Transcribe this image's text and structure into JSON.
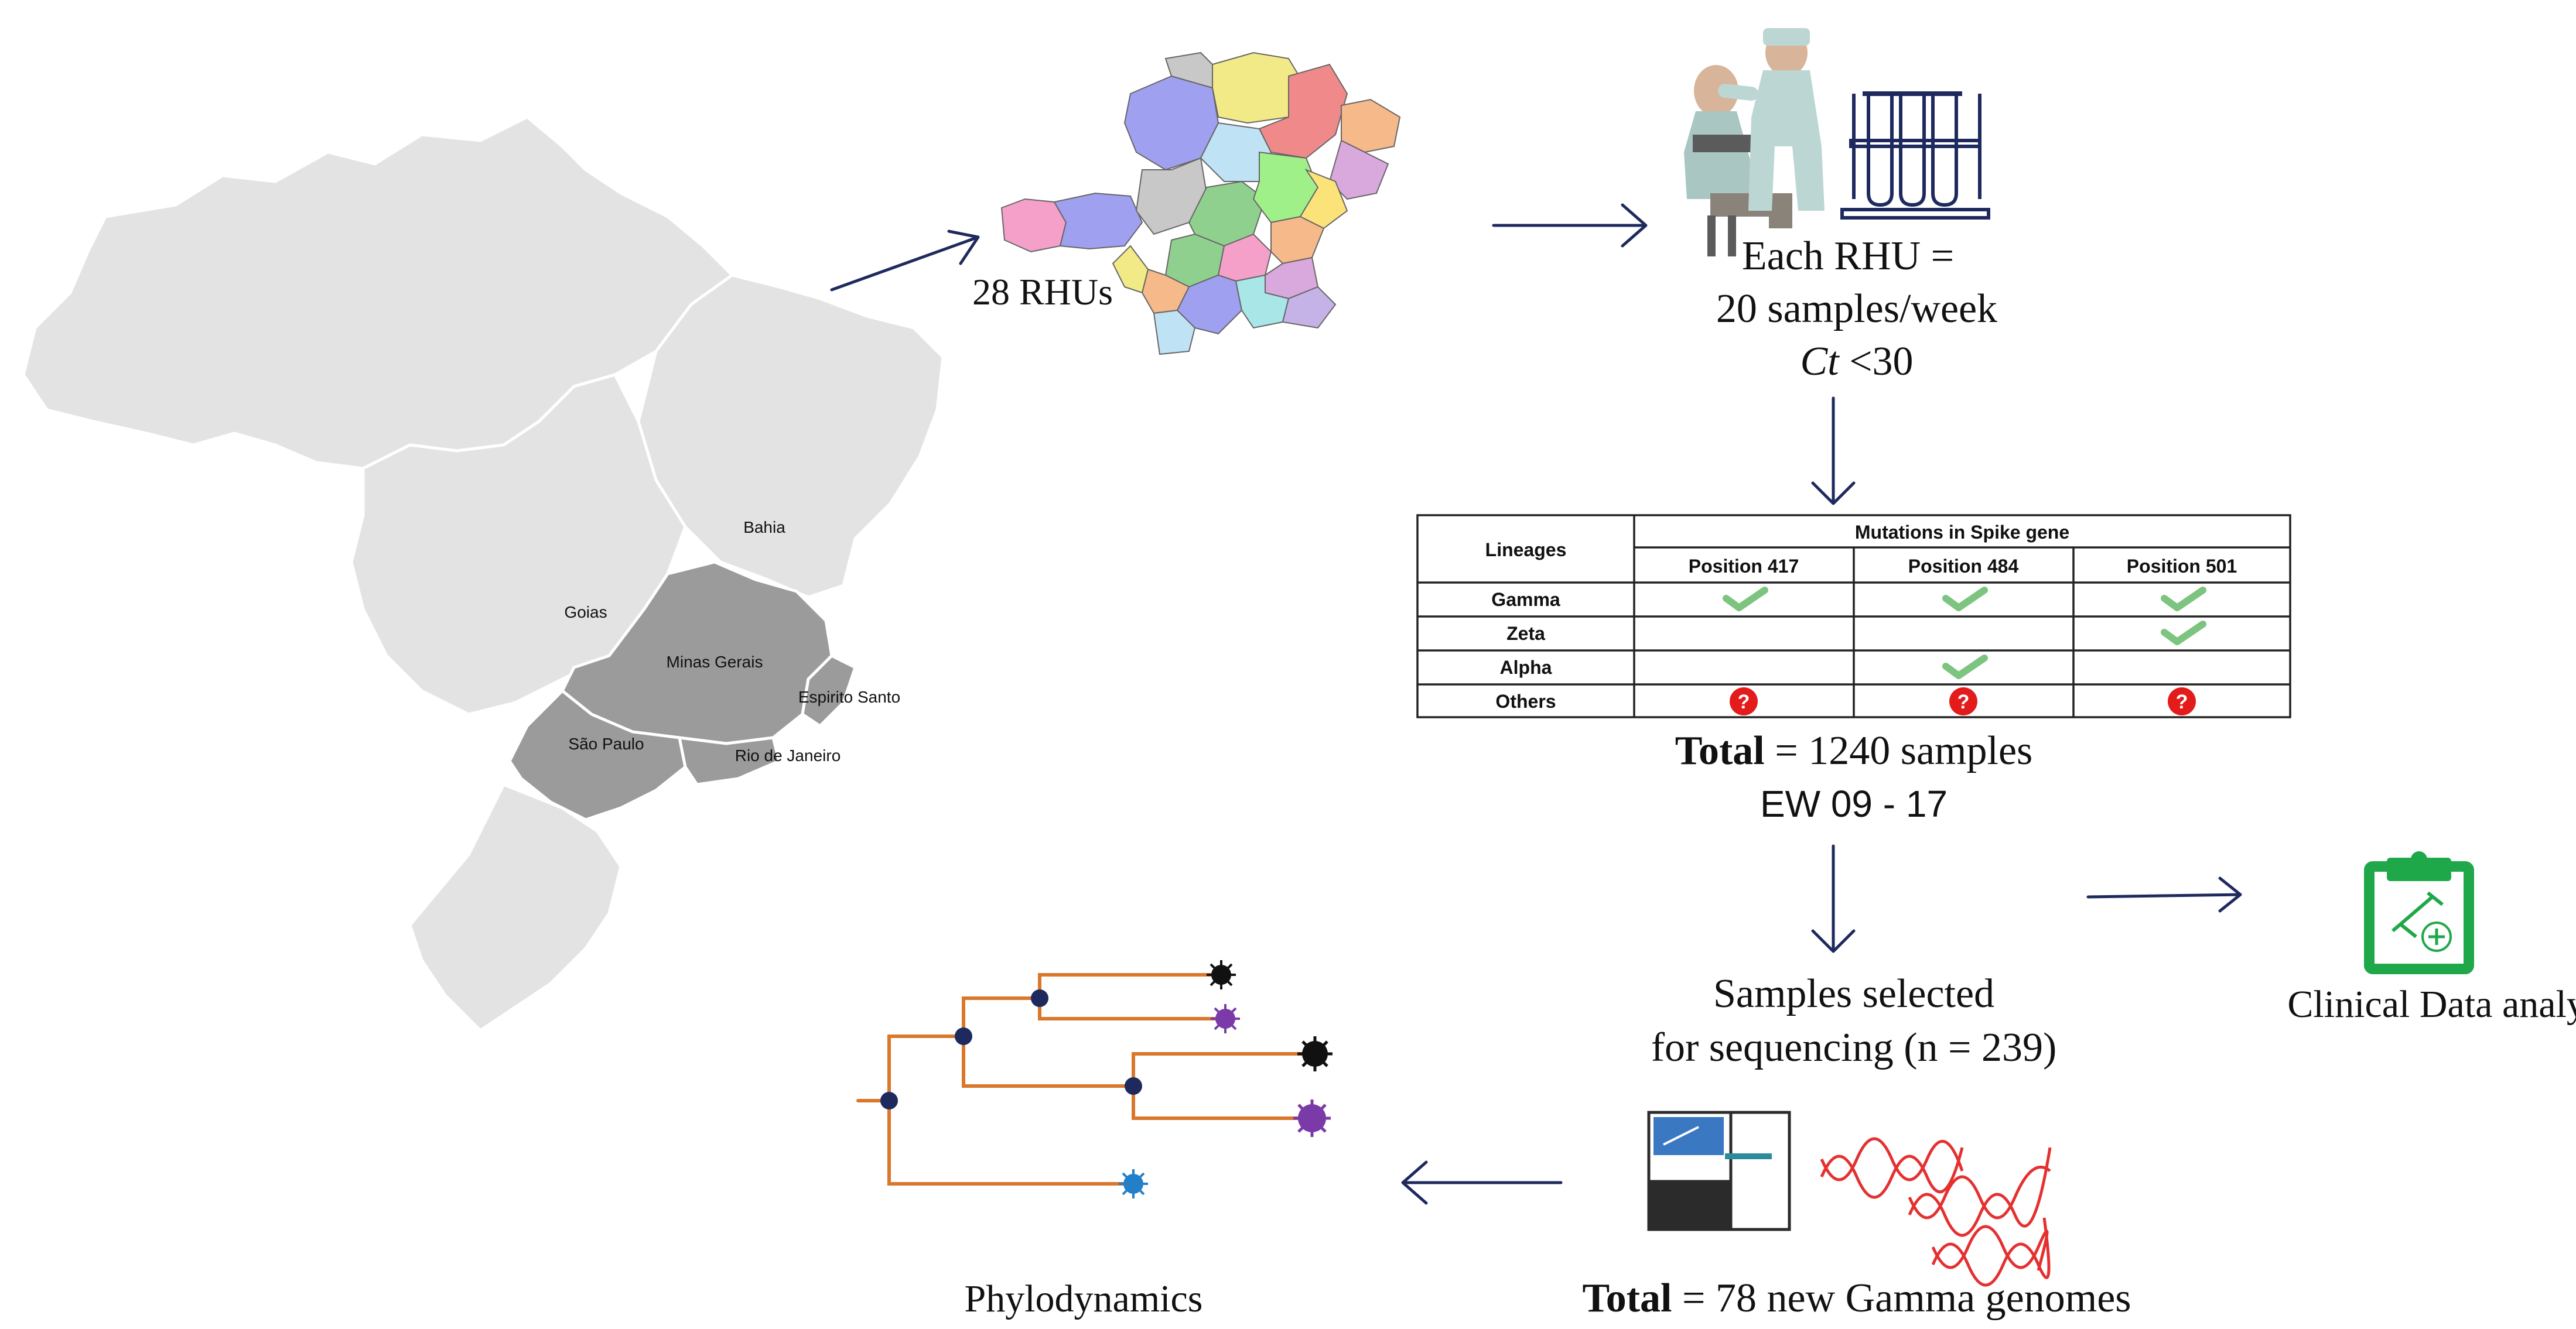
{
  "map_labels": {
    "bahia": "Bahia",
    "goias": "Goias",
    "minas_gerais": "Minas Gerais",
    "espirito_santo": "Espirito Santo",
    "sao_paulo": "São Paulo",
    "rio_de_janeiro": "Rio de Janeiro"
  },
  "rhus_label": "28 RHUs",
  "sampling": {
    "line1": "Each RHU =",
    "line2": "20 samples/week",
    "line3_italic": "Ct",
    "line3_rest": " <30"
  },
  "table": {
    "header_lineages": "Lineages",
    "header_mutations": "Mutations in Spike gene",
    "columns": [
      "Position 417",
      "Position 484",
      "Position 501"
    ],
    "rows": [
      {
        "lineage": "Gamma",
        "marks": [
          "check",
          "check",
          "check"
        ]
      },
      {
        "lineage": "Zeta",
        "marks": [
          "",
          "",
          "check"
        ]
      },
      {
        "lineage": "Alpha",
        "marks": [
          "",
          "check",
          ""
        ]
      },
      {
        "lineage": "Others",
        "marks": [
          "question",
          "question",
          "question"
        ]
      }
    ],
    "question_glyph": "?"
  },
  "total_samples": {
    "bold": "Total",
    "rest": " = 1240 samples",
    "epi_weeks": "EW 09 - 17"
  },
  "clinical": "Clinical Data analysis",
  "selected": {
    "line1": "Samples selected",
    "line2": "for sequencing (n = 239)"
  },
  "total_genomes": {
    "bold": "Total",
    "rest": " = 78 new Gamma genomes"
  },
  "phylodynamics": "Phylodynamics",
  "colors": {
    "map_gray": "#e3e3e4",
    "map_highlight": "#9b9b9c",
    "arrow": "#1e2a5e",
    "check": "#7cc47f",
    "question": "#e31b1b",
    "tree_branch": "#d9772b",
    "tree_node": "#1e2a5e",
    "clipboard": "#1fa84a",
    "dna": "#e53030"
  },
  "region_colors": [
    "#9fa0f0",
    "#f2ea86",
    "#f08a8a",
    "#f5b98a",
    "#d9a8dc",
    "#f5a0c8",
    "#c8c8c8",
    "#8fd08f",
    "#a8e6e8",
    "#a0f08a",
    "#fbe37a",
    "#c5b3e8",
    "#bfe3f5"
  ]
}
